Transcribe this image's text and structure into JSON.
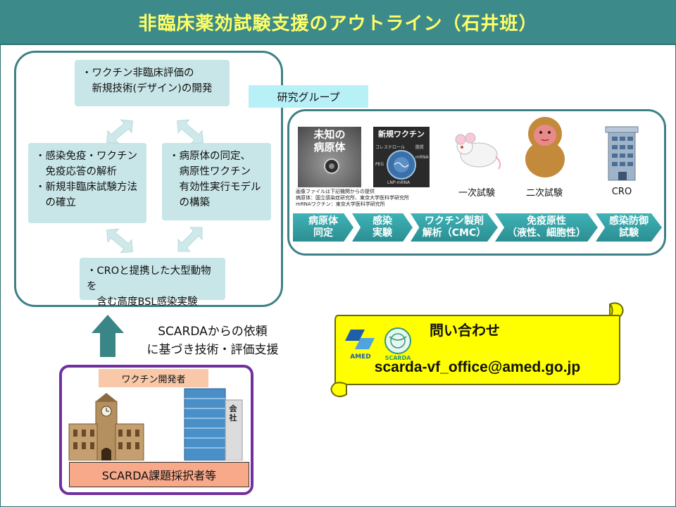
{
  "header": {
    "title": "非臨床薬効試験支援のアウトライン（石井班）"
  },
  "topics": {
    "top": "・ワクチン非臨床評価の\n　新規技術(デザイン)の開発",
    "left": "・感染免疫・ワクチン\n　免疫応答の解析\n・新規非臨床試験方法\n　の確立",
    "right": "・病原体の同定、\n　病原性ワクチン\n　有効性実行モデル\n　の構築",
    "bottom": "・CROと提携した大型動物を\n　含む高度BSL感染実験"
  },
  "research": {
    "label": "研究グループ",
    "images": {
      "pathogen_text": "未知の\n病原体",
      "vaccine_text": "新規ワクチン",
      "vaccine_sub": [
        "コレステロール",
        "脂質",
        "mRNA",
        "PEG",
        "LNP-mRNA"
      ],
      "source_note": "画像ファイルは下記機関からの提供\n病原体：国立感染症研究所、東京大学医科学研究所\nmRNAワクチン：東京大学医科学研究所"
    },
    "captions": {
      "mouse": "一次試験",
      "monkey": "二次試験",
      "cro": "CRO"
    },
    "flow": [
      "病原体\n同定",
      "感染\n実験",
      "ワクチン製剤\n解析（CMC）",
      "免疫原性\n（液性、細胞性）",
      "感染防御\n試験"
    ]
  },
  "request": {
    "text": "SCARDAからの依頼\nに基づき技術・評価支援"
  },
  "developers": {
    "label": "ワクチン開発者",
    "building_sign": "会\n社",
    "awardee": "SCARDA課題採択者等"
  },
  "contact": {
    "title": "問い合わせ",
    "email": "scarda-vf_office@amed.go.jp",
    "logo_amed": "AMED",
    "logo_scarda": "SCARDA"
  },
  "colors": {
    "header_bg": "#3d8a8b",
    "header_text": "#ffff66",
    "panel_border": "#3e8185",
    "topic_bg": "#c8e6e8",
    "flow_arrow": "#2b9ea2",
    "developer_border": "#7030a0",
    "scroll_bg": "#ffff00"
  }
}
